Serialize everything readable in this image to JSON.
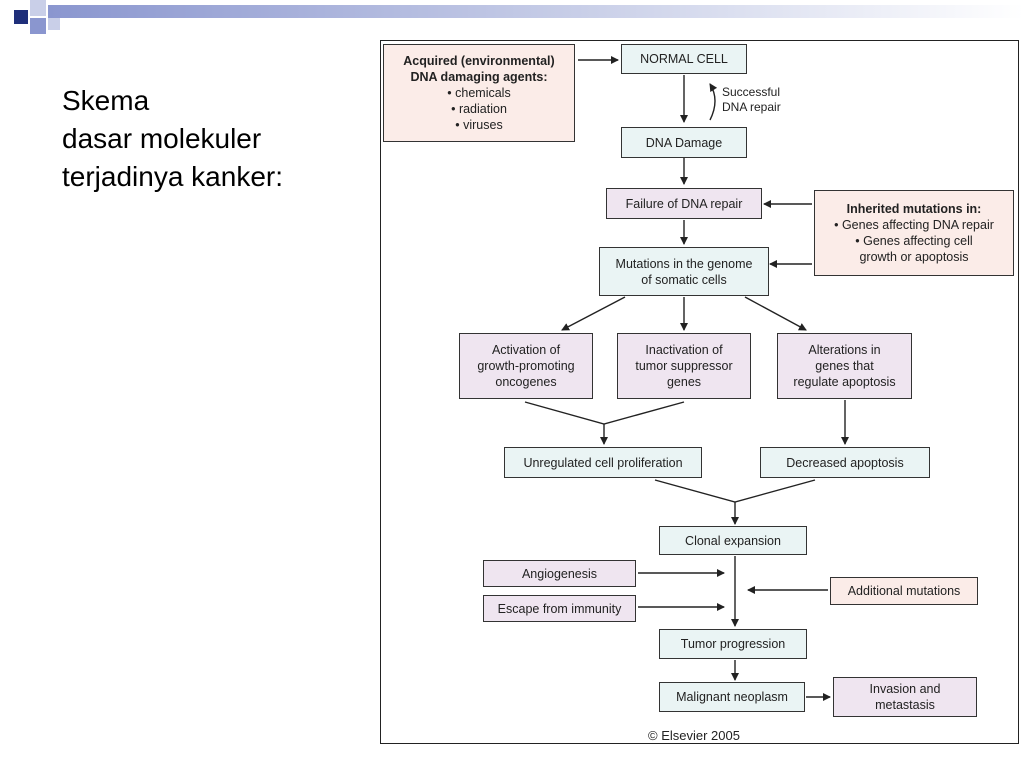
{
  "slide": {
    "title_lines": [
      "Skema",
      "dasar molekuler",
      "terjadinya kanker:"
    ],
    "accent_colors": {
      "navy": "#1f2f7a",
      "periwinkle": "#8a96cf",
      "light": "#c9cfe8"
    }
  },
  "diagram": {
    "acquired": {
      "title_lines": [
        "Acquired (environmental)",
        "DNA damaging agents:"
      ],
      "items": [
        "• chemicals",
        "• radiation",
        "• viruses"
      ]
    },
    "normal_cell": "NORMAL CELL",
    "repair_label": [
      "Successful",
      "DNA repair"
    ],
    "dna_damage": "DNA Damage",
    "failure_repair": "Failure of DNA repair",
    "inherited": {
      "title": "Inherited mutations in:",
      "items": [
        "• Genes affecting DNA repair",
        "• Genes affecting cell",
        "growth or apoptosis"
      ]
    },
    "mutations": [
      "Mutations in the genome",
      "of somatic cells"
    ],
    "activation": [
      "Activation of",
      "growth-promoting",
      "oncogenes"
    ],
    "inactivation": [
      "Inactivation of",
      "tumor suppressor",
      "genes"
    ],
    "alterations": [
      "Alterations in",
      "genes that",
      "regulate apoptosis"
    ],
    "unregulated": "Unregulated cell proliferation",
    "decreased": "Decreased apoptosis",
    "clonal": "Clonal expansion",
    "angiogenesis": "Angiogenesis",
    "escape": "Escape from immunity",
    "additional": "Additional mutations",
    "tumor": "Tumor progression",
    "malignant": "Malignant neoplasm",
    "invasion": [
      "Invasion and",
      "metastasis"
    ],
    "copyright": "© Elsevier 2005"
  }
}
